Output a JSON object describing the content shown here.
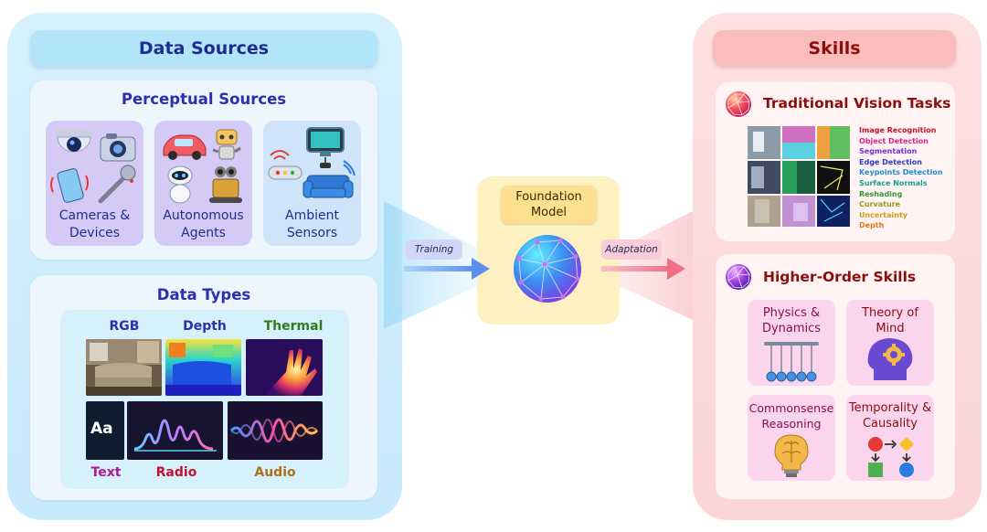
{
  "left": {
    "title": "Data Sources",
    "perceptual": {
      "title": "Perceptual Sources",
      "boxes": [
        {
          "label": "Cameras & Devices",
          "icon": "camera-device-icon"
        },
        {
          "label": "Autonomous Agents",
          "icon": "robot-icon"
        },
        {
          "label": "Ambient Sensors",
          "icon": "sensor-icon"
        }
      ]
    },
    "data_types": {
      "title": "Data Types",
      "labels": {
        "rgb": "RGB",
        "depth": "Depth",
        "thermal": "Thermal",
        "text": "Text",
        "radio": "Radio",
        "audio": "Audio"
      },
      "text_tile_glyph": "Aa"
    }
  },
  "center": {
    "label": "Foundation Model",
    "training": "Training",
    "adaptation": "Adaptation"
  },
  "right": {
    "title": "Skills",
    "traditional": {
      "title": "Traditional Vision Tasks",
      "tasks": [
        {
          "label": "Image Recognition",
          "color": "#c8102e"
        },
        {
          "label": "Object Detection",
          "color": "#e0218a"
        },
        {
          "label": "Segmentation",
          "color": "#7a2fd0"
        },
        {
          "label": "Edge Detection",
          "color": "#2a3bbf"
        },
        {
          "label": "Keypoints Detection",
          "color": "#1b8fd8"
        },
        {
          "label": "Surface Normals",
          "color": "#14a08a"
        },
        {
          "label": "Reshading",
          "color": "#2e9a2e"
        },
        {
          "label": "Curvature",
          "color": "#8ba01a"
        },
        {
          "label": "Uncertainty",
          "color": "#c9a014"
        },
        {
          "label": "Depth",
          "color": "#e07a14"
        }
      ]
    },
    "higher_order": {
      "title": "Higher-Order Skills",
      "skills": [
        {
          "label": "Physics & Dynamics",
          "color": "#8a0e4f",
          "icon": "newtons-cradle-icon"
        },
        {
          "label": "Theory of Mind",
          "color": "#8a0e0e",
          "icon": "head-gear-icon"
        },
        {
          "label": "Commonsense Reasoning",
          "color": "#8a0e4f",
          "icon": "brain-bulb-icon"
        },
        {
          "label": "Temporality & Causality",
          "color": "#8a0e0e",
          "icon": "flowchart-icon"
        }
      ]
    }
  },
  "colors": {
    "left_title": "#1f2c8f",
    "right_title": "#8a0e0e",
    "rgb_label": "#2b2fb0",
    "depth_label": "#2b2fb0",
    "thermal_label": "#2f7d1a",
    "text_label": "#b0169a",
    "radio_label": "#c8102e",
    "audio_label": "#b0701a"
  }
}
